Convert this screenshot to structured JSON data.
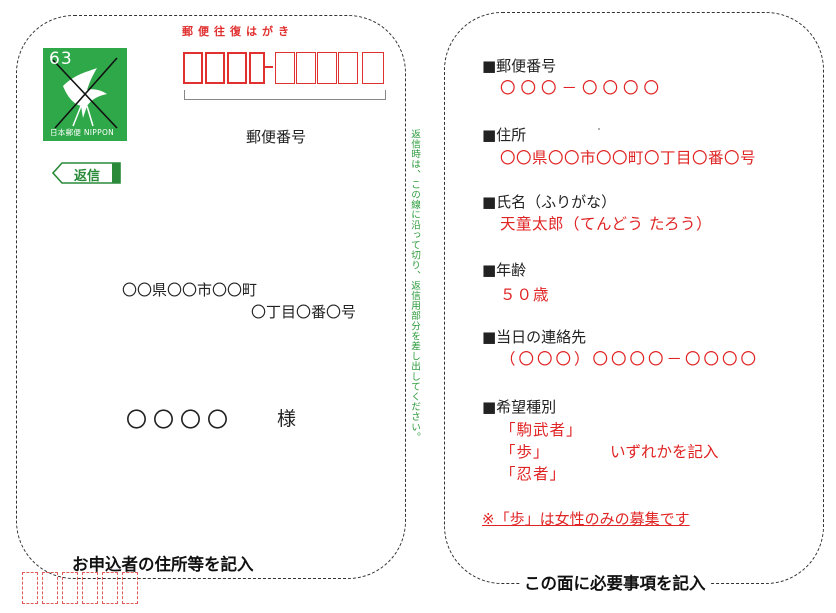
{
  "stamp": {
    "value": "63",
    "brand": "日本郵便 NIPPON"
  },
  "postcard": {
    "title": "郵便往復はがき",
    "zip_label": "郵便番号",
    "reply_tag": "返信",
    "address_line1": "〇〇県〇〇市〇〇町",
    "address_line2": "〇丁目〇番〇号",
    "recipient_name": "〇〇〇〇",
    "honorific": "様",
    "vertical_note": "返信時は、この線に沿って切り、返信用部分を差し出してください。",
    "caption": "お申込者の住所等を記入"
  },
  "form": {
    "items": [
      {
        "label": "■郵便番号",
        "value": "〇〇〇－〇〇〇〇"
      },
      {
        "label": "■住所",
        "value": "〇〇県〇〇市〇〇町〇丁目〇番〇号"
      },
      {
        "label": "■氏名（ふりがな）",
        "value": "天童太郎（てんどう たろう）"
      },
      {
        "label": "■年齢",
        "value": "５０歳"
      },
      {
        "label": "■当日の連絡先",
        "value": "（〇〇〇）〇〇〇〇－〇〇〇〇"
      },
      {
        "label": "■希望種別",
        "options": [
          "「駒武者」",
          "「歩」",
          "「忍者」"
        ],
        "option_note": "いずれかを記入"
      }
    ],
    "note": "※「歩」は女性のみの募集です",
    "caption": "この面に必要事項を記入"
  },
  "colors": {
    "red": "#e02424",
    "green": "#2fa84a",
    "text": "#222222"
  }
}
